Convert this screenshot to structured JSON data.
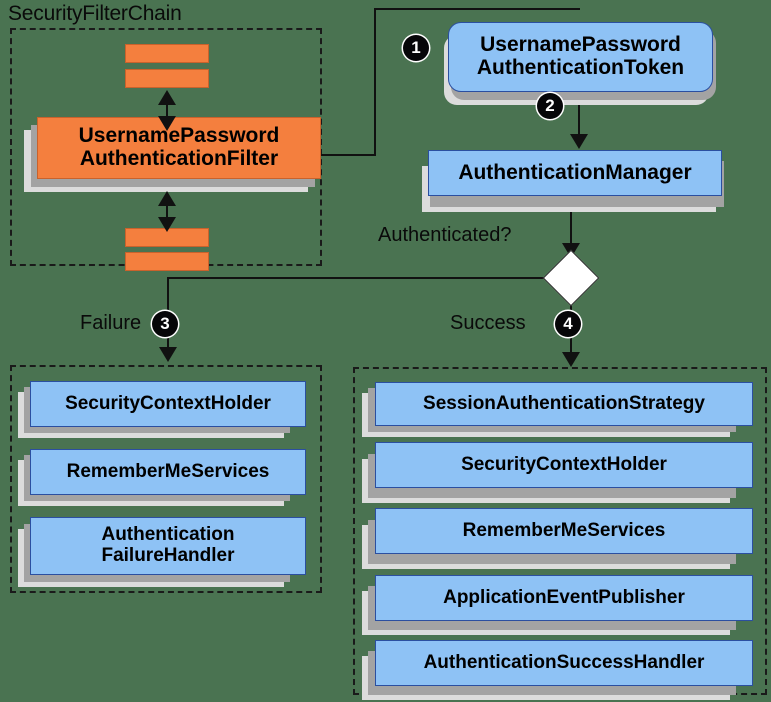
{
  "diagram": {
    "title": "Spring Security UsernamePasswordAuthenticationFilter flow",
    "background_color": "#4a7351",
    "colors": {
      "orange": "#f47f3e",
      "blue": "#8ec2f5",
      "blue_border": "#2b4fa0",
      "diamond_fill": "#ffffff",
      "line": "#111111",
      "badge": "#060608"
    }
  },
  "groups": {
    "filter_chain": {
      "title": "SecurityFilterChain"
    },
    "failure_group": {
      "title": ""
    },
    "success_group": {
      "title": ""
    }
  },
  "nodes": {
    "filter": {
      "line1": "UsernamePassword",
      "line2": "AuthenticationFilter"
    },
    "token": {
      "line1": "UsernamePassword",
      "line2": "AuthenticationToken"
    },
    "auth_manager": {
      "label": "AuthenticationManager"
    }
  },
  "bars": [
    {
      "name": "filter-bar-top-1"
    },
    {
      "name": "filter-bar-top-2"
    },
    {
      "name": "filter-bar-bottom-1"
    },
    {
      "name": "filter-bar-bottom-2"
    }
  ],
  "labels": {
    "authenticated": "Authenticated?",
    "failure": "Failure",
    "success": "Success"
  },
  "badges": {
    "one": "❶",
    "two": "❷",
    "three": "❸",
    "four": "❹"
  },
  "failure_nodes": [
    {
      "lines": [
        "SecurityContextHolder"
      ]
    },
    {
      "lines": [
        "RememberMeServices"
      ]
    },
    {
      "lines": [
        "Authentication",
        "FailureHandler"
      ]
    }
  ],
  "success_nodes": [
    {
      "lines": [
        "SessionAuthenticationStrategy"
      ]
    },
    {
      "lines": [
        "SecurityContextHolder"
      ]
    },
    {
      "lines": [
        "RememberMeServices"
      ]
    },
    {
      "lines": [
        "ApplicationEventPublisher"
      ]
    },
    {
      "lines": [
        "AuthenticationSuccessHandler"
      ]
    }
  ]
}
